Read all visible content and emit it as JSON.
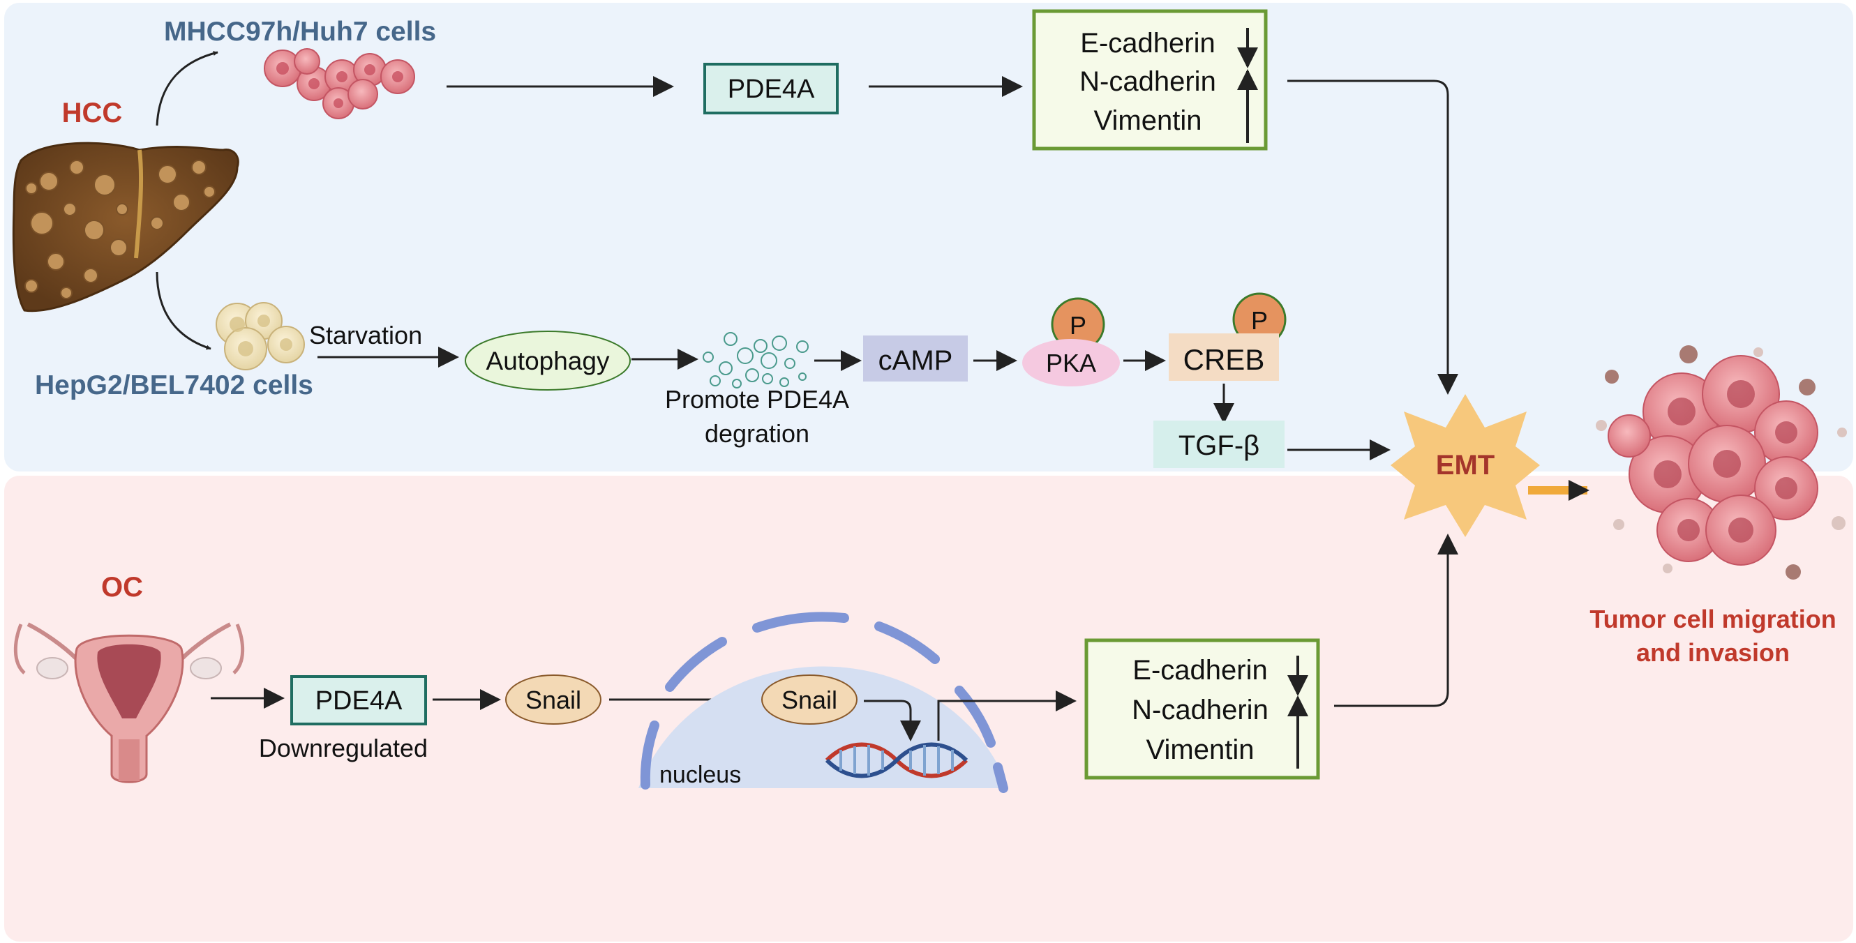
{
  "labels": {
    "hcc": "HCC",
    "oc": "OC",
    "mhcc_cells": "MHCC97h/Huh7 cells",
    "hepg2_cells": "HepG2/BEL7402 cells",
    "starvation": "Starvation",
    "autophagy": "Autophagy",
    "promote_line1": "Promote PDE4A",
    "promote_line2": "degration",
    "camp": "cAMP",
    "pka": "PKA",
    "creb": "CREB",
    "phospho": "P",
    "tgf": "TGF-β",
    "emt": "EMT",
    "pde4a": "PDE4A",
    "downregulated": "Downregulated",
    "snail": "Snail",
    "nucleus": "nucleus",
    "tumor_line1": "Tumor cell migration",
    "tumor_line2": "and invasion"
  },
  "markers": {
    "ecad": "E-cadherin",
    "ncad": "N-cadherin",
    "vim": "Vimentin"
  },
  "colors": {
    "hcc_region": "#ecf3fb",
    "oc_region": "#fdecec",
    "title_red": "#c0392b",
    "cell_blue": "#46678a",
    "pde4a_fill": "#daf0ec",
    "pde4a_stroke": "#1f6d61",
    "marker_stroke": "#6a9a34",
    "emt_fill": "#f7c87c",
    "emt_text": "#a4352b",
    "camp_fill": "#c7cbe6",
    "pka_fill": "#f5c9e0",
    "creb_fill": "#f4dcc4",
    "tgf_fill": "#d6efec",
    "p_fill": "#e5935f",
    "autophagy_fill": "#eaf6dc",
    "snail_fill": "#f3d9b5",
    "nucleus_fill": "#d5dff2",
    "orange_arrow": "#f0a93a"
  }
}
